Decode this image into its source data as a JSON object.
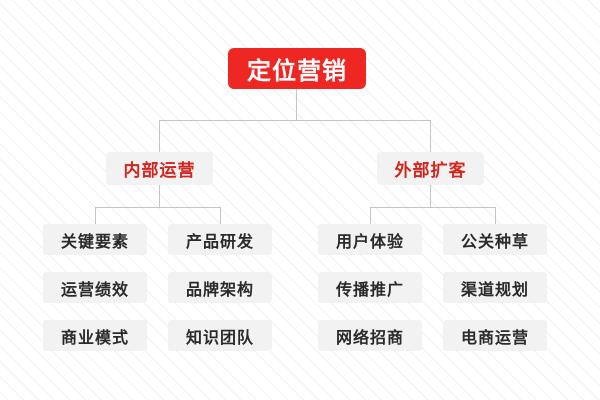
{
  "diagram": {
    "type": "org-tree",
    "root": {
      "label": "定位营销"
    },
    "branches": [
      {
        "label": "内部运营",
        "columns": [
          {
            "items": [
              "关键要素",
              "运营绩效",
              "商业模式"
            ]
          },
          {
            "items": [
              "产品研发",
              "品牌架构",
              "知识团队"
            ]
          }
        ]
      },
      {
        "label": "外部扩客",
        "columns": [
          {
            "items": [
              "用户体验",
              "传播推广",
              "网络招商"
            ]
          },
          {
            "items": [
              "公关种草",
              "渠道规划",
              "电商运营"
            ]
          }
        ]
      }
    ]
  },
  "colors": {
    "root_background": "#ee2722",
    "root_text": "#ffffff",
    "branch_background": "#f2f2f2",
    "branch_text": "#d3241e",
    "leaf_background": "#f2f2f2",
    "leaf_text": "#2a2a2a",
    "connector": "#c4c4c4",
    "canvas_background": "#ffffff",
    "canvas_stripe": "#f0f0f0"
  }
}
